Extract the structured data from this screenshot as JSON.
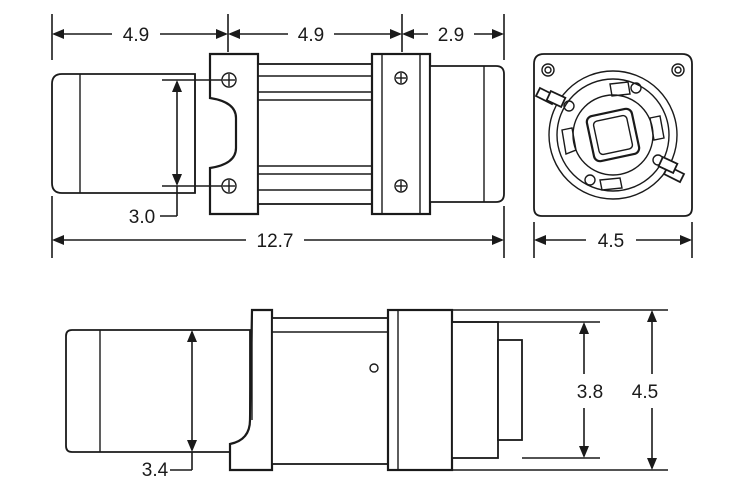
{
  "top_view": {
    "dims": {
      "motor_length": "4.9",
      "frame_length": "4.9",
      "gearbox_length": "2.9",
      "bolt_spacing": "3.0",
      "overall_length": "12.7"
    }
  },
  "end_view": {
    "dims": {
      "width": "4.5"
    }
  },
  "side_view": {
    "dims": {
      "gearbox_height": "3.8",
      "overall_height": "4.5",
      "motor_height": "3.4"
    }
  },
  "icons": [
    "winch-top-view",
    "winch-end-view",
    "winch-side-view",
    "dimension-arrow"
  ]
}
